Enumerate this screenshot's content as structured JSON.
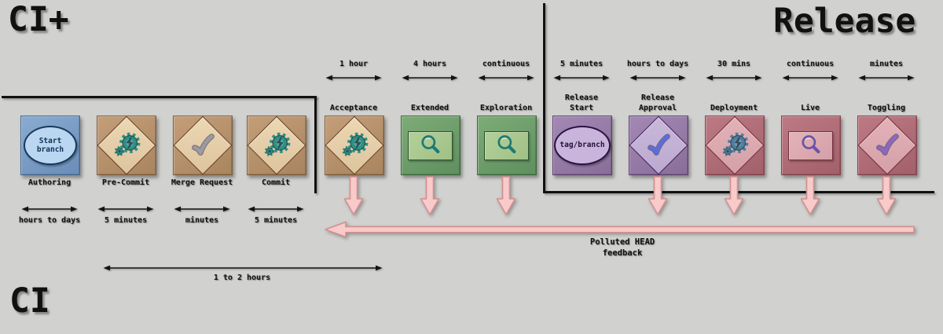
{
  "titles": {
    "ci_plus": "CI+",
    "release": "Release",
    "ci": "CI"
  },
  "stages": [
    {
      "label": "Authoring",
      "duration": "hours to days",
      "icon": "start-branch-badge",
      "badge": "Start branch",
      "theme_color": "#7596c1"
    },
    {
      "label": "Pre-Commit",
      "duration": "5 minutes",
      "icon": "gear-icon",
      "icon_color": "#2e8f85",
      "theme_color": "#b28f6c"
    },
    {
      "label": "Merge Request",
      "duration": "minutes",
      "icon": "check-icon",
      "icon_color": "#9b9ba3",
      "theme_color": "#b28f6c"
    },
    {
      "label": "Commit",
      "duration": "5 minutes",
      "icon": "gear-icon",
      "icon_color": "#2e8f85",
      "theme_color": "#b28f6c"
    },
    {
      "label": "Acceptance",
      "duration": "1 hour",
      "icon": "gear-icon",
      "icon_color": "#2e8f85",
      "theme_color": "#b28f6c"
    },
    {
      "label": "Extended",
      "duration": "4 hours",
      "icon": "search-icon",
      "icon_color": "#1d7a74",
      "theme_color": "#6f9f6f"
    },
    {
      "label": "Exploration",
      "duration": "continuous",
      "icon": "search-icon",
      "icon_color": "#1d7a74",
      "theme_color": "#6f9f6f"
    },
    {
      "label": "Release Start",
      "duration": "5 minutes",
      "icon": "tag-branch-badge",
      "badge": "tag/branch",
      "theme_color": "#957ba6"
    },
    {
      "label": "Release Approval",
      "duration": "hours to days",
      "icon": "check-icon",
      "icon_color": "#5b6ce0",
      "theme_color": "#957ba6"
    },
    {
      "label": "Deployment",
      "duration": "30 mins",
      "icon": "gear-icon",
      "icon_color": "#4e7e9e",
      "theme_color": "#b3707a"
    },
    {
      "label": "Live",
      "duration": "continuous",
      "icon": "search-icon",
      "icon_color": "#6b54a8",
      "theme_color": "#b3707a"
    },
    {
      "label": "Toggling",
      "duration": "minutes",
      "icon": "check-icon",
      "icon_color": "#8a68c4",
      "theme_color": "#b3707a"
    }
  ],
  "feedback_arrow": {
    "label": "Polluted HEAD feedback"
  },
  "scale_arrow": {
    "label": "1 to 2 hours"
  },
  "colors": {
    "background": "#d1d1cf",
    "line": "#111111",
    "pink_arrow_fill": "#f8caca",
    "pink_arrow_border": "#d19090"
  }
}
